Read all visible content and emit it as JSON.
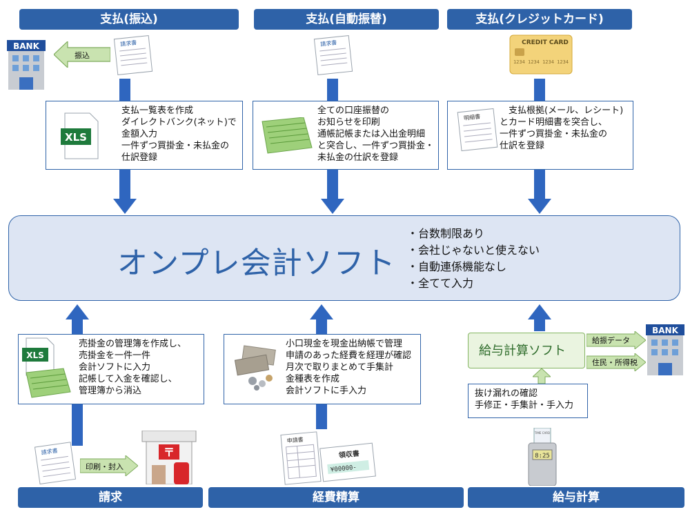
{
  "headers": {
    "pay_transfer": "支払(振込)",
    "pay_auto": "支払(自動振替)",
    "pay_card": "支払(クレジットカード)",
    "billing": "請求",
    "expense": "経費精算",
    "payroll": "給与計算"
  },
  "icons": {
    "bank_top": "BANK",
    "bank_bottom": "BANK",
    "invoice": "請求書",
    "credit_card": "CREDIT CARD",
    "statement": "明細書",
    "application": "申請書",
    "receipt": "領収書",
    "xls": "XLS",
    "card_number": "1234 1234 1234 1234",
    "timecard": "8:25",
    "timecard_label": "TIME CARD",
    "receipt_amount": "¥00000-"
  },
  "labels": {
    "transfer": "振込",
    "print_seal": "印刷・封入",
    "payroll_data": "給振データ",
    "resident_tax": "住民・所得税"
  },
  "boxes": {
    "transfer_text": "支払一覧表を作成\nダイレクトバンク(ネット)で\n金額入力\n一件ずつ買掛金・未払金の\n仕訳登録",
    "auto_text": "全ての口座振替の\nお知らせを印刷\n通帳記帳または入出金明細\nと突合し、一件ずつ買掛金・\n未払金の仕訳を登録",
    "card_text": "　支払根拠(メール、レシート)\nとカード明細書を突合し、\n一件ずつ買掛金・未払金の\n仕訳を登録",
    "billing_text": "売掛金の管理簿を作成し、\n売掛金を一件一件\n会計ソフトに入力\n記帳して入金を確認し、\n管理簿から消込",
    "expense_text": "小口現金を現金出納帳で管理\n申請のあった経費を経理が確認\n月次で取りまとめて手集計\n金種表を作成\n会計ソフトに手入力",
    "payroll_check": "抜け漏れの確認\n手修正・手集計・手入力"
  },
  "main": {
    "title": "オンプレ会計ソフト",
    "bullets": [
      "台数制限あり",
      "会社じゃないと使えない",
      "自動連係機能なし",
      "全てて入力"
    ]
  },
  "payroll_software": "給与計算ソフト"
}
